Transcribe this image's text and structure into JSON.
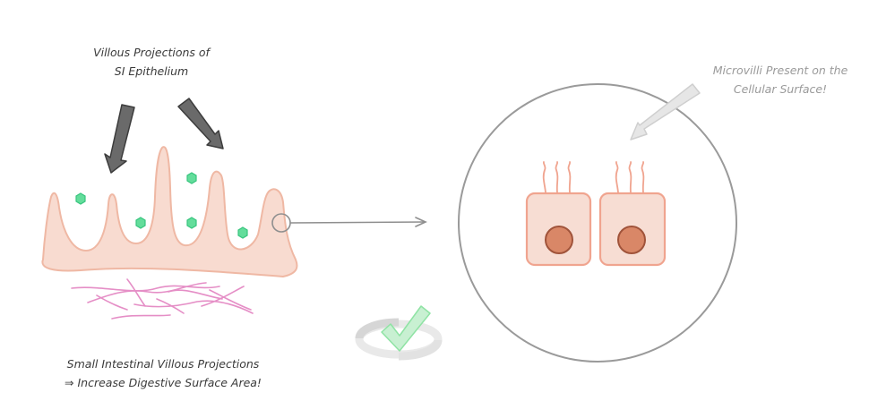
{
  "labels": {
    "villi_title": [
      "Villous Projections of",
      "SI Epithelium"
    ],
    "microvilli_caption": [
      "Microvilli Present on the",
      "Cellular Surface!"
    ],
    "summary": [
      "Small Intestinal Villous Projections",
      "⇒ Increase Digestive Surface Area!"
    ]
  },
  "colors": {
    "villus_fill": "#f8dbd0",
    "villus_stroke": "#efb8a4",
    "cell_fill": "#f7ddd3",
    "cell_stroke": "#f0a48f",
    "nucleus_fill": "#d98767",
    "nucleus_stroke": "#a0533a",
    "green_dot": "#4cd895",
    "fiber": "#e58ec6",
    "dark_arrow": "#6a6a6a",
    "light_arrow": "#e6e6e6",
    "connector": "#8f8f8f",
    "check": "#8fe3a4"
  },
  "icons": [
    "down-arrow-icon",
    "checkmark-icon",
    "magnifier-circle-icon"
  ]
}
